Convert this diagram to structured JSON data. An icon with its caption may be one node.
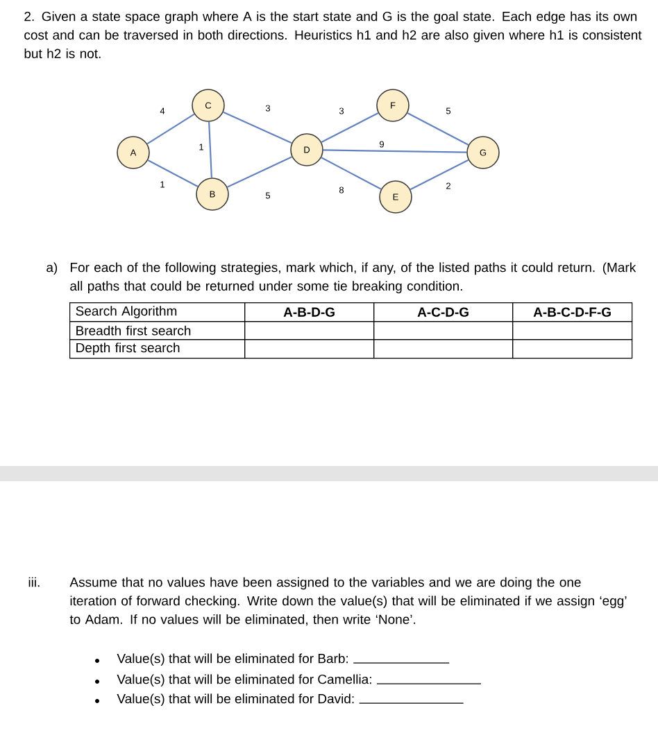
{
  "diagram": {
    "title": "2. Given a state space graph where A is the start state and G is the goal state. Each edge has its own cost and can be traversed in both directions. Heuristics h1 and h2 are also given where h1 is consistent but h2 is not.",
    "nodes": [
      {
        "text": [
          "A"
        ]
      },
      {
        "text": [
          "C"
        ]
      },
      {
        "text": [
          "B"
        ]
      },
      {
        "text": [
          "D"
        ]
      },
      {
        "text": [
          "F"
        ]
      },
      {
        "text": [
          "E"
        ]
      },
      {
        "text": [
          "G"
        ]
      }
    ],
    "edges": [
      {
        "from": 0,
        "to": 1,
        "arrow": "none",
        "label": "4"
      },
      {
        "from": 0,
        "to": 2,
        "arrow": "none",
        "label": "1"
      },
      {
        "from": 1,
        "to": 2,
        "arrow": "none",
        "label": "1"
      },
      {
        "from": 1,
        "to": 3,
        "arrow": "none",
        "label": "3"
      },
      {
        "from": 2,
        "to": 3,
        "arrow": "none",
        "label": "5"
      },
      {
        "from": 3,
        "to": 4,
        "arrow": "none",
        "label": "3"
      },
      {
        "from": 3,
        "to": 6,
        "arrow": "none",
        "label": "9"
      },
      {
        "from": 3,
        "to": 5,
        "arrow": "none",
        "label": "8"
      },
      {
        "from": 4,
        "to": 6,
        "arrow": "none",
        "label": "5"
      },
      {
        "from": 5,
        "to": 6,
        "arrow": "none",
        "label": "2"
      }
    ],
    "labels": [
      "a)",
      "For each of the following strategies, mark which, if any, of the listed paths it could return. (Mark all paths that could be returned under some tie breaking condition.",
      "Search Algorithm",
      "A-B-D-G",
      "A-C-D-G",
      "A-B-C-D-F-G",
      "Breadth first search",
      "Depth first search",
      "iii.",
      "Assume that no values have been assigned to the variables and we are doing the one iteration of forward checking. Write down the value(s) that will be eliminated if we assign ‘egg’ to Adam. If no values will be eliminated, then write ‘None’.",
      "Value(s) that will be eliminated for Barb:",
      "Value(s) that will be eliminated for Camellia:",
      "Value(s) that will be eliminated for David:"
    ]
  }
}
